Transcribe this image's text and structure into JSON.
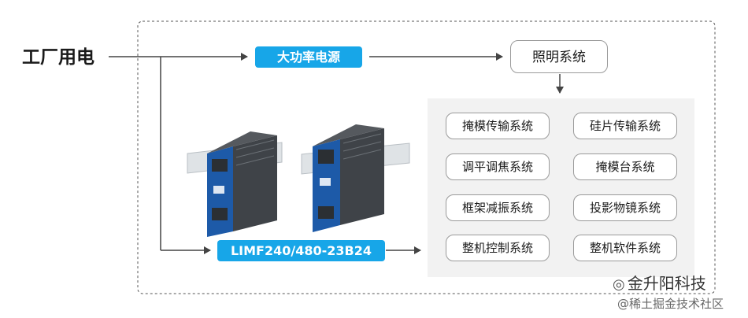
{
  "source": {
    "label": "工厂用电"
  },
  "power_supply": {
    "label": "大功率电源"
  },
  "product": {
    "label": "LIMF240/480-23B24"
  },
  "lighting": {
    "label": "照明系统"
  },
  "systems": [
    "掩模传输系统",
    "硅片传输系统",
    "调平调焦系统",
    "掩模台系统",
    "框架减振系统",
    "投影物镜系统",
    "整机控制系统",
    "整机软件系统"
  ],
  "watermark": {
    "brand": "金升阳科技",
    "site": "@稀土掘金技术社区",
    "wechat_icon": "wechat-icon"
  },
  "colors": {
    "accent": "#17a6e8",
    "line": "#444444",
    "panel": "#f2f2f2",
    "module_blue": "#1d5aa8"
  }
}
